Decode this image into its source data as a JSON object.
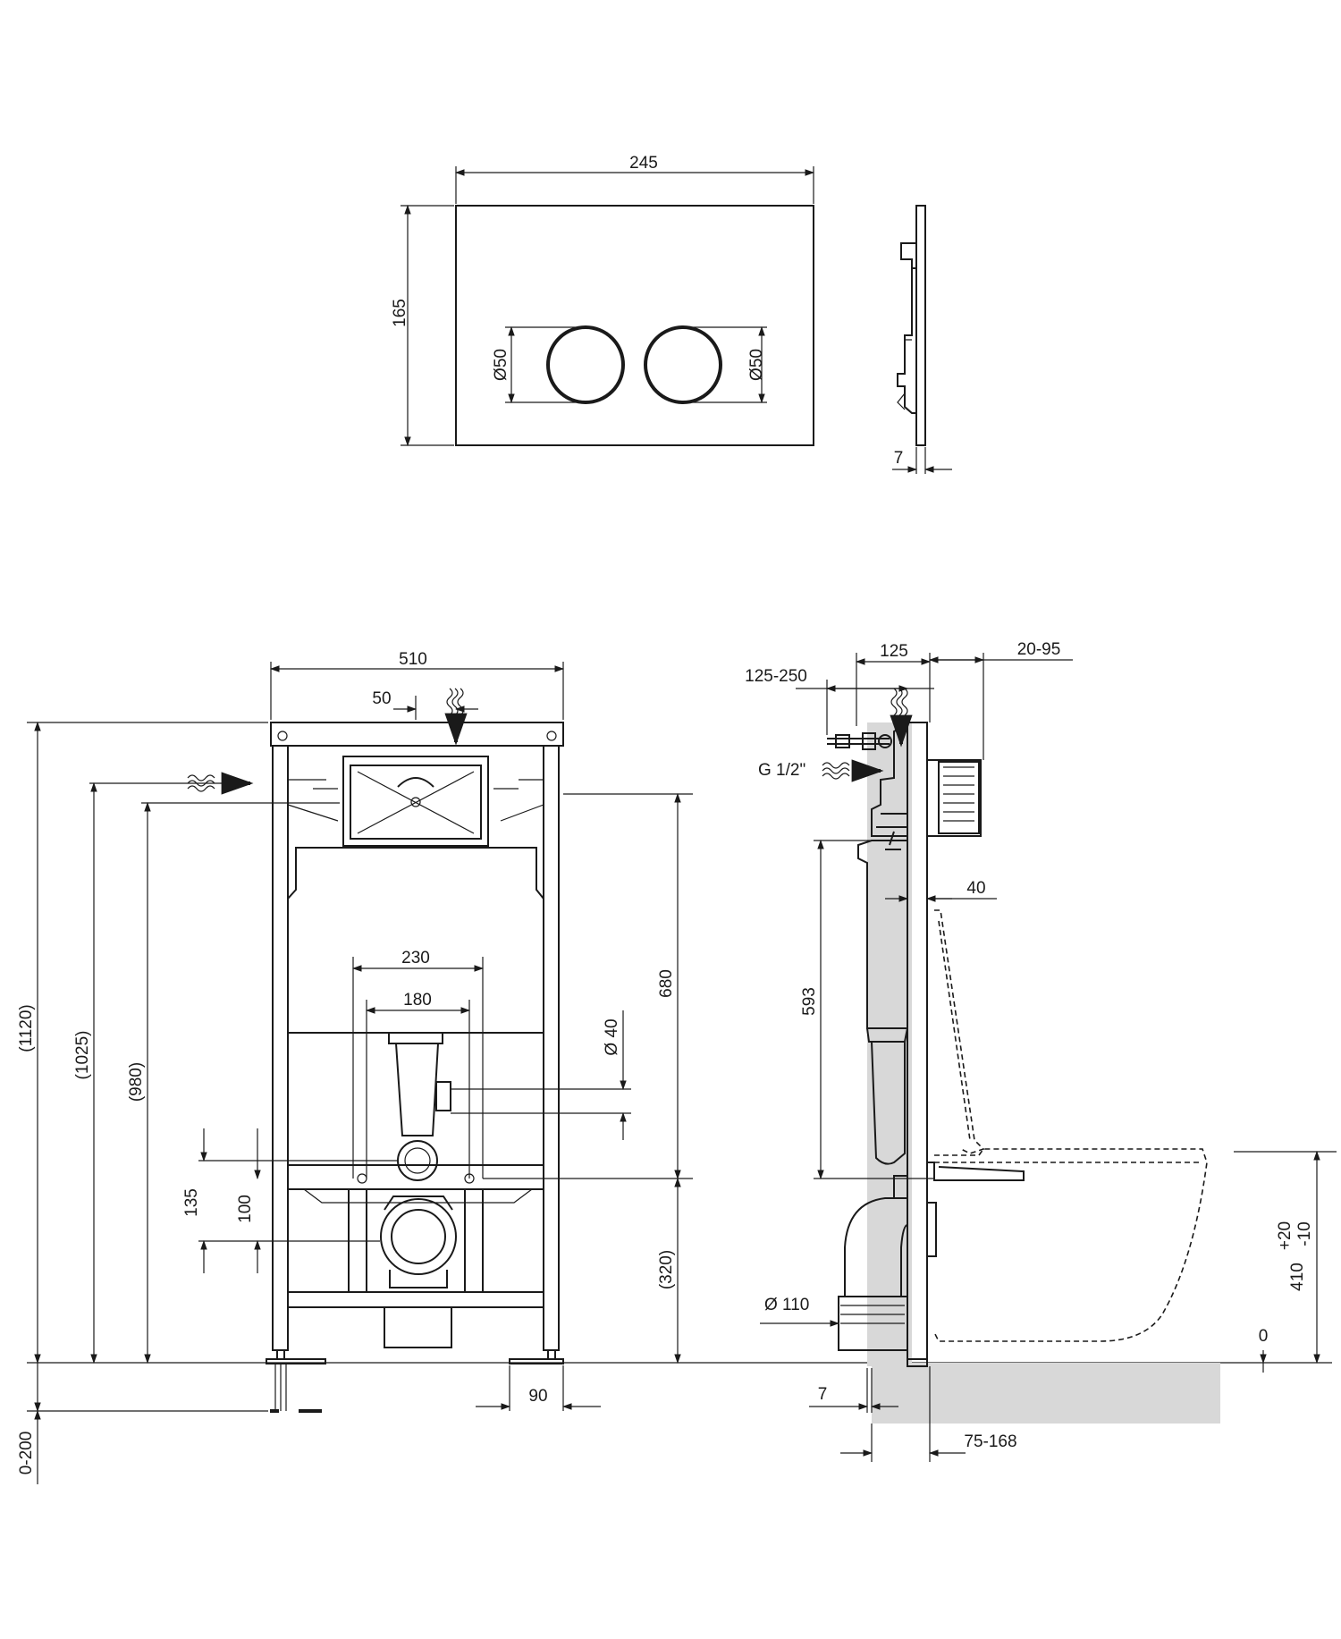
{
  "colors": {
    "line": "#1a1a1a",
    "wall_fill": "#d8d8d8",
    "background": "#ffffff"
  },
  "flush_plate": {
    "width": "245",
    "height": "165",
    "button_left": "Ø50",
    "button_right": "Ø50",
    "thickness": "7"
  },
  "frame_front": {
    "width": "510",
    "offset_50": "50",
    "height_total": "(1120)",
    "height_inlet": "(1025)",
    "height_980": "(980)",
    "height_680": "680",
    "height_320": "(320)",
    "dim_230": "230",
    "dim_180": "180",
    "dim_135": "135",
    "dim_100": "100",
    "pipe_d40": "Ø 40",
    "dim_90": "90",
    "leg_range": "0-200"
  },
  "frame_side": {
    "depth_125": "125",
    "range_20_95": "20-95",
    "range_125_250": "125-250",
    "water_inlet": "G 1/2\"",
    "dim_40": "40",
    "dim_593": "593",
    "pipe_d110": "Ø 110",
    "dim_7": "7",
    "range_75_168": "75-168",
    "height_410": "410",
    "tol_plus": "+20",
    "tol_minus": "-10",
    "level_0": "0"
  }
}
